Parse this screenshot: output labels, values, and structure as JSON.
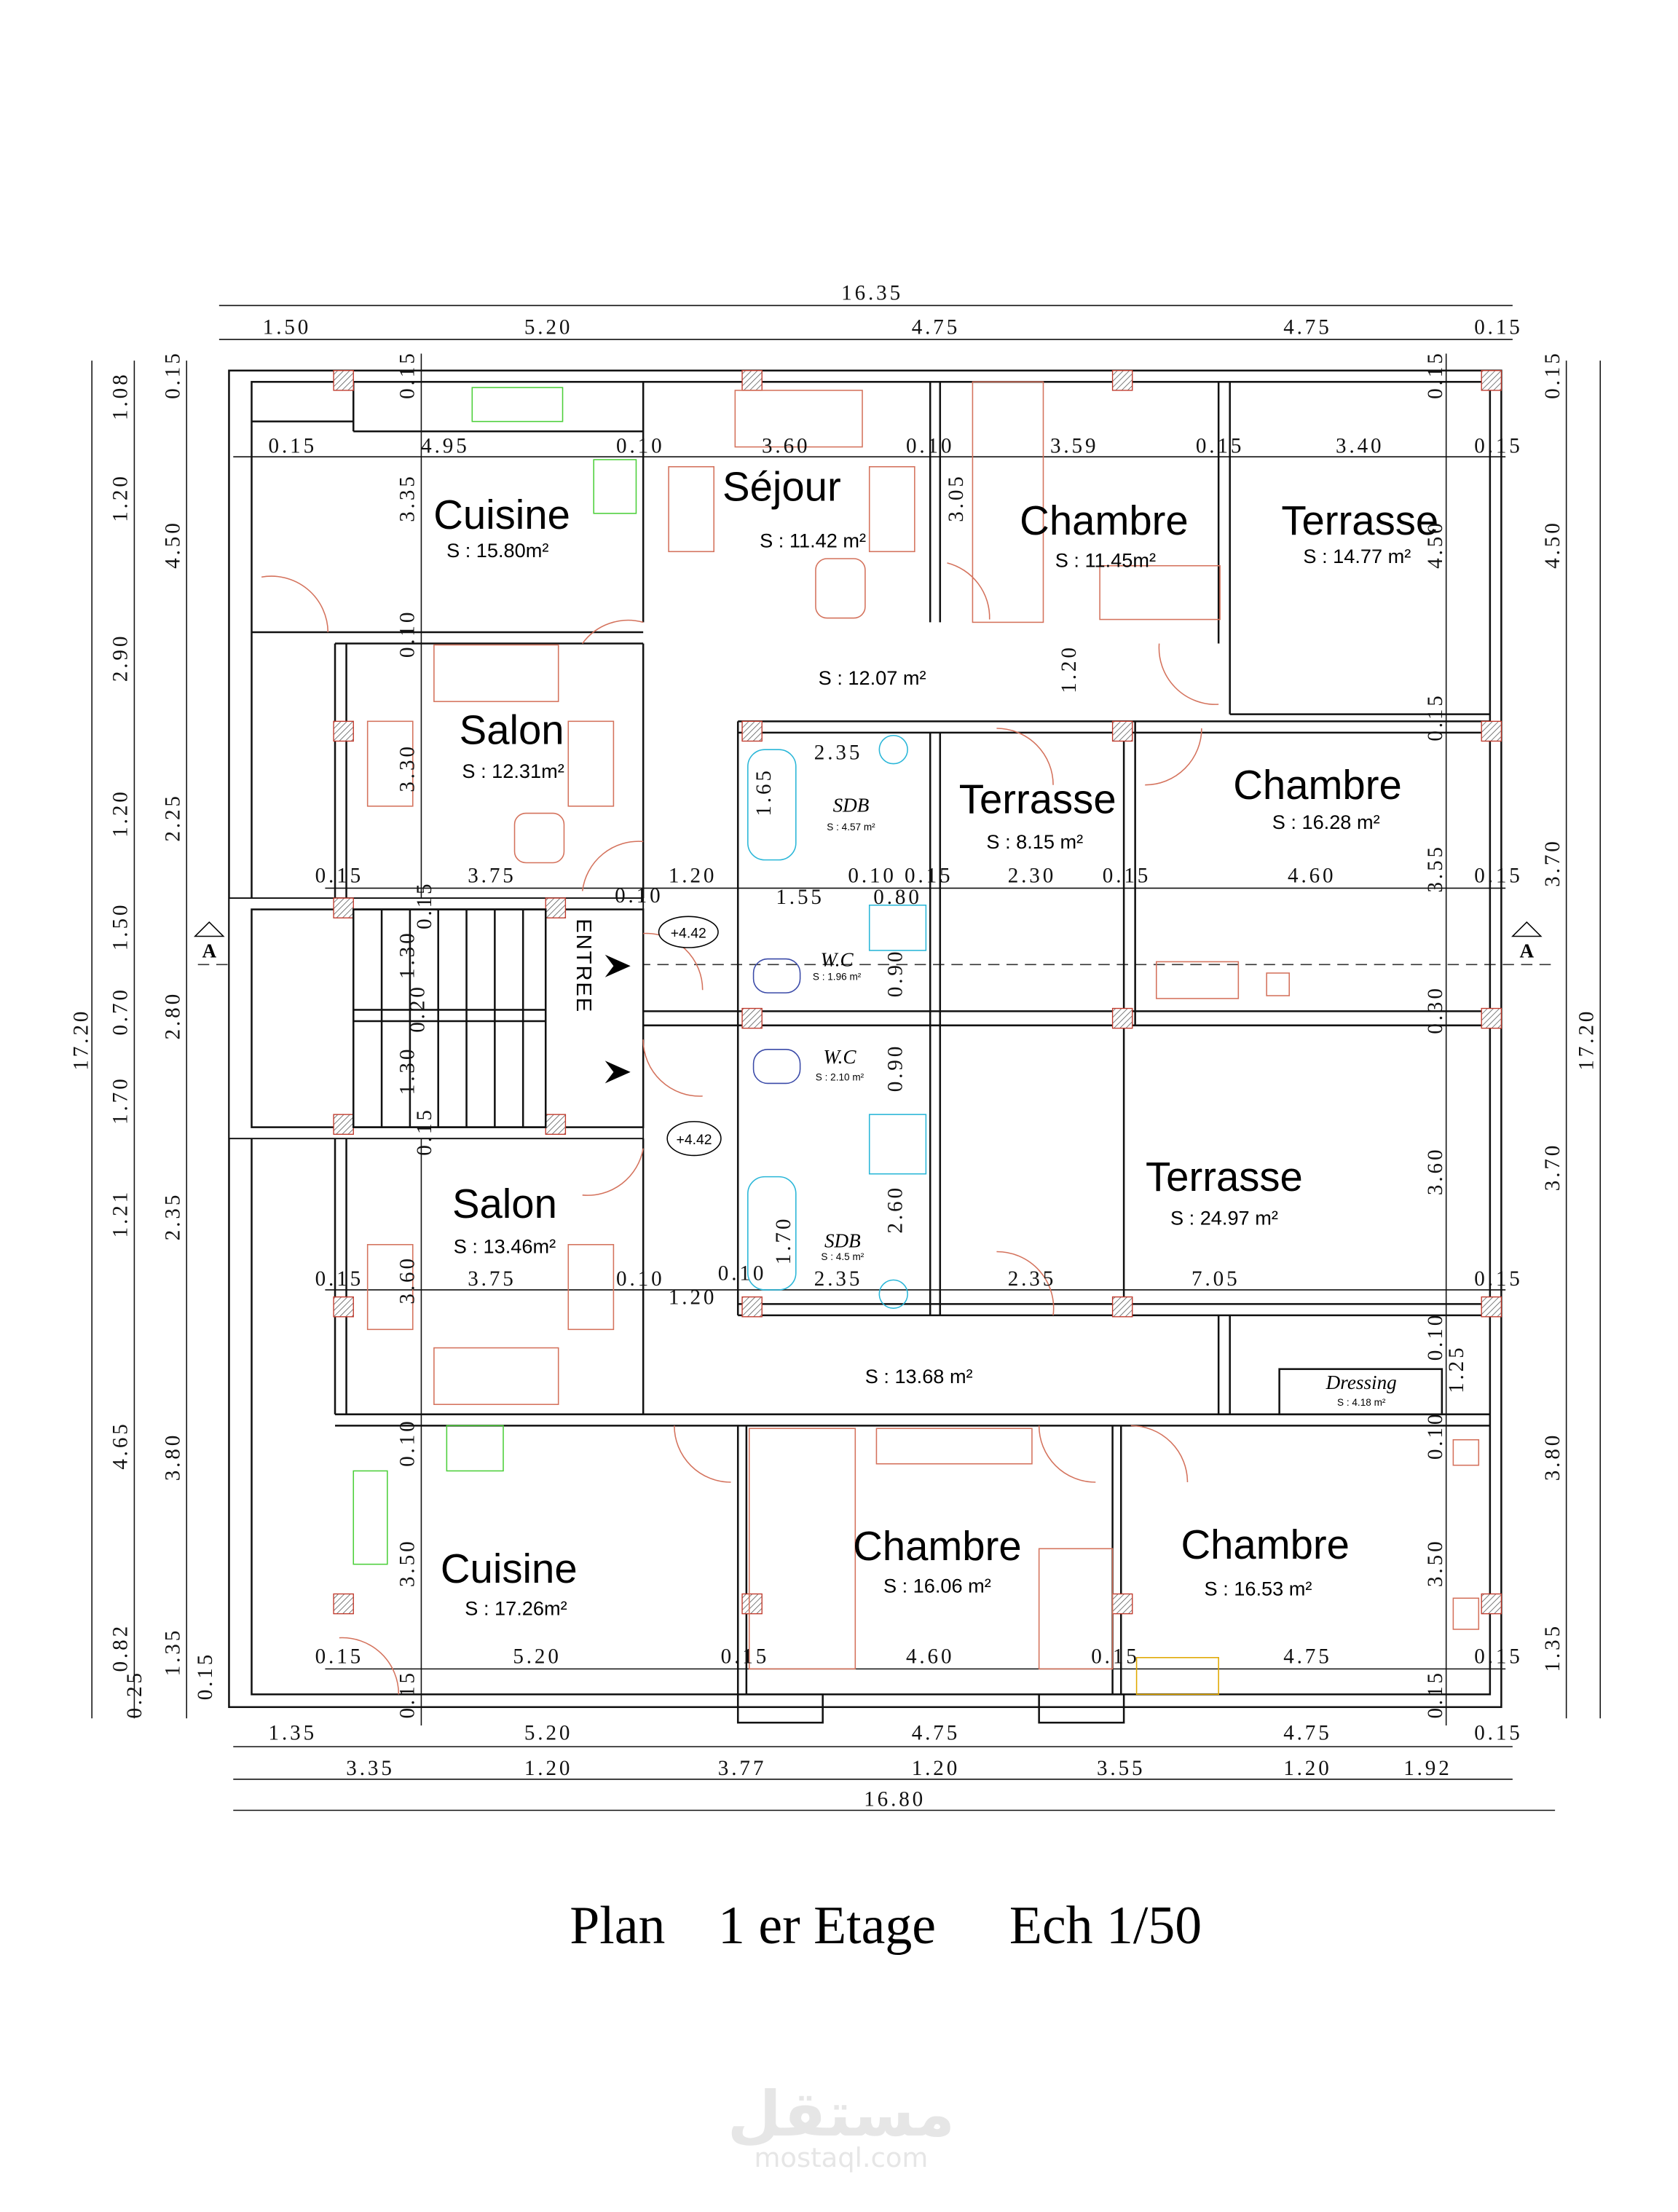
{
  "title": {
    "plan": "Plan",
    "floor": "1 er Etage",
    "scale": "Ech 1/50"
  },
  "watermark": {
    "arabic": "مستقل",
    "latin": "mostaql.com"
  },
  "rooms": [
    {
      "name": "Cuisine",
      "area": "S : 15.80m²"
    },
    {
      "name": "Séjour",
      "area": "S : 11.42 m²"
    },
    {
      "name": "Chambre",
      "area": "S : 11.45m²"
    },
    {
      "name": "Terrasse",
      "area": "S : 14.77 m²"
    },
    {
      "name": "Salon",
      "area": "S : 12.31m²"
    },
    {
      "name": "Terrasse",
      "area": "S : 8.15 m²"
    },
    {
      "name": "Chambre",
      "area": "S : 16.28 m²"
    },
    {
      "name": "Salon",
      "area": "S : 13.46m²"
    },
    {
      "name": "Terrasse",
      "area": "S : 24.97 m²"
    },
    {
      "name": "Cuisine",
      "area": "S : 17.26m²"
    },
    {
      "name": "Chambre",
      "area": "S : 16.06 m²"
    },
    {
      "name": "Chambre",
      "area": "S : 16.53 m²"
    }
  ],
  "small_rooms": [
    {
      "name": "SDB",
      "area": "S : 4.57 m²"
    },
    {
      "name": "W.C",
      "area": "S : 1.96 m²"
    },
    {
      "name": "W.C",
      "area": "S : 2.10 m²"
    },
    {
      "name": "SDB",
      "area": "S : 4.5 m²"
    },
    {
      "name": "Dressing",
      "area": "S : 4.18 m²"
    }
  ],
  "circulation_areas": [
    "S : 12.07 m²",
    "S : 13.68 m²"
  ],
  "entrance_label": "ENTREE",
  "levels": [
    "+4.42",
    "+4.42"
  ],
  "section_markers": [
    "A",
    "A"
  ],
  "dimensions": {
    "top_total": "16.35",
    "top": [
      "1.50",
      "5.20",
      "4.75",
      "4.75",
      "0.15"
    ],
    "row_upper": [
      "0.15",
      "4.95",
      "0.10",
      "3.60",
      "0.10",
      "3.59",
      "0.15",
      "3.40",
      "0.15"
    ],
    "row_middle_upper": [
      "0.15",
      "3.75",
      "1.20",
      "0.10",
      "0.10 0.15",
      "2.30",
      "0.15",
      "4.60",
      "0.15",
      "1.55",
      "0.80",
      "2.35"
    ],
    "row_middle_lower": [
      "0.15",
      "3.75",
      "0.10",
      "0.10",
      "1.20",
      "2.35",
      "7.05",
      "0.15",
      "2.35"
    ],
    "row_lower": [
      "0.15",
      "5.20",
      "0.15",
      "4.60",
      "0.15",
      "4.75",
      "0.15"
    ],
    "bottom": [
      "1.35",
      "5.20",
      "4.75",
      "4.75",
      "0.15"
    ],
    "bottom_openings": [
      "3.35",
      "1.20",
      "3.77",
      "1.20",
      "3.55",
      "1.20",
      "1.92"
    ],
    "bottom_total": "16.80",
    "left_outer": [
      "1.08",
      "1.20",
      "2.90",
      "1.20",
      "1.50",
      "0.70",
      "1.70",
      "1.21",
      "4.65",
      "0.82",
      "0.25"
    ],
    "left_inner": [
      "0.15",
      "4.50",
      "2.25",
      "2.80",
      "2.35",
      "3.80",
      "1.35"
    ],
    "left_total": "17.20",
    "right_inner": [
      "0.15",
      "4.50",
      "3.70",
      "3.70",
      "3.80",
      "1.35"
    ],
    "right_total": "17.20",
    "interior": [
      "0.15",
      "3.35",
      "0.10",
      "3.30",
      "3.60",
      "0.10",
      "3.50",
      "0.15",
      "3.05",
      "1.20",
      "0.15",
      "4.50",
      "0.15",
      "3.55",
      "0.30",
      "3.60",
      "0.10",
      "1.25",
      "0.10",
      "3.50",
      "0.15",
      "1.65",
      "1.70",
      "0.90",
      "0.90",
      "2.60",
      "0.15",
      "1.30",
      "0.20",
      "1.30",
      "0.15",
      "0.15"
    ]
  },
  "colors": {
    "walls": "#111111",
    "furniture": "#d4725c",
    "kitchen": "#4ccf3a",
    "sanitary": "#29b6d8",
    "hatch": "#c0392b"
  }
}
